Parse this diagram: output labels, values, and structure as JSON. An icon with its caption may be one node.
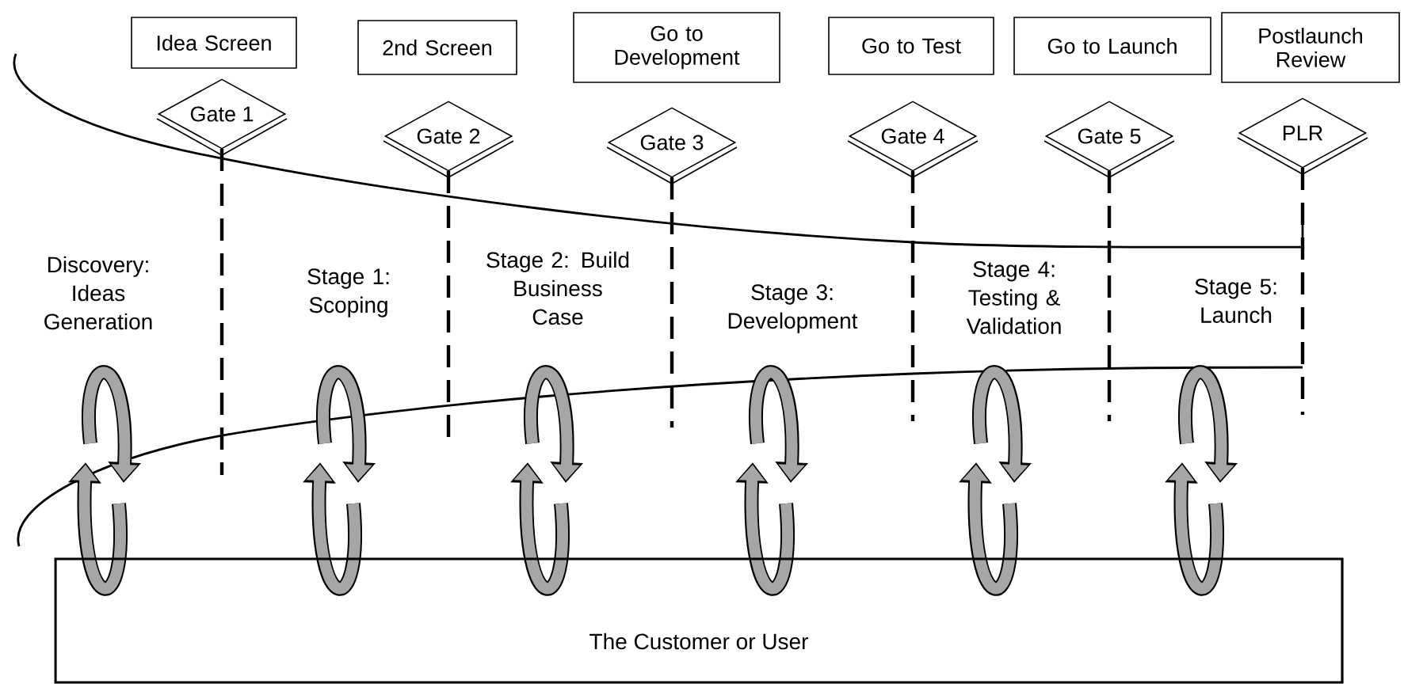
{
  "diagram": {
    "nodes": [
      {
        "text": [
          "Idea Screen"
        ]
      },
      {
        "text": [
          "2nd Screen"
        ]
      },
      {
        "text": [
          "Go to Development"
        ]
      },
      {
        "text": [
          "Go to Test"
        ]
      },
      {
        "text": [
          "Go to Launch"
        ]
      },
      {
        "text": [
          "Postlaunch Review"
        ]
      },
      {
        "text": [
          "Gate 1"
        ]
      },
      {
        "text": [
          "Gate 2"
        ]
      },
      {
        "text": [
          "Gate 3"
        ]
      },
      {
        "text": [
          "Gate 4"
        ]
      },
      {
        "text": [
          "Gate 5"
        ]
      },
      {
        "text": [
          "PLR"
        ]
      },
      {
        "text": [
          "The Customer or User"
        ]
      }
    ],
    "labels": [
      "Discovery: Ideas Generation",
      "Stage 1: Scoping",
      "Stage 2: Build Business Case",
      "Stage 3: Development",
      "Stage 4: Testing & Validation",
      "Stage 5: Launch"
    ]
  }
}
